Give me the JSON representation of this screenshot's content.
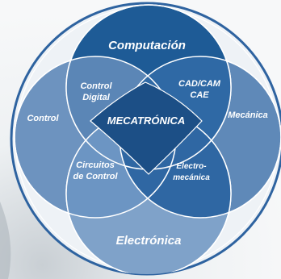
{
  "diagram": {
    "type": "venn",
    "labels": {
      "computacion": "Computación",
      "control": "Control",
      "mecanica": "Mecánica",
      "electronica": "Electrónica",
      "control_digital": [
        "Control",
        "Digital"
      ],
      "cad_cam": [
        "CAD/CAM",
        "CAE"
      ],
      "circuitos": [
        "Circuitos",
        "de Control"
      ],
      "electromecanica": [
        "Electro-",
        "mecánica"
      ],
      "center": "MECATRÓNICA"
    },
    "colors": {
      "outer_ring": "#2e63a0",
      "computacion": "#1e5b96",
      "control": "#6d93bf",
      "mecanica": "#5f89b8",
      "electronica": "#7fa2c9",
      "overlap": "#3f74ab",
      "center": "#1c4f86",
      "text": "#ffffff"
    }
  }
}
